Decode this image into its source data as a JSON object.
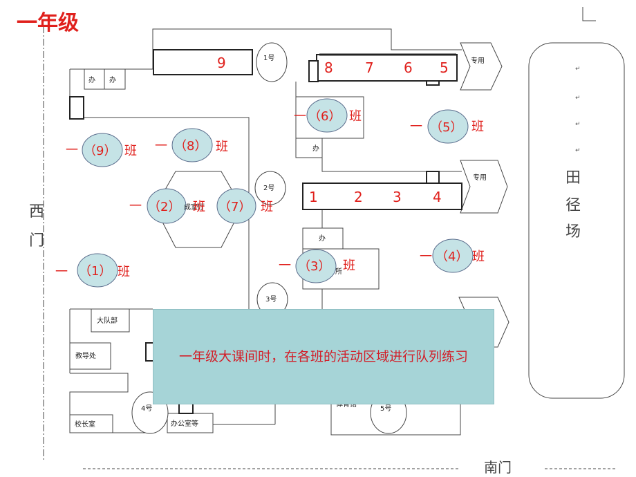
{
  "page_title": "一年级",
  "gate_west": [
    "西",
    "门"
  ],
  "gate_south": "南门",
  "field": {
    "label": [
      "田",
      "径",
      "场"
    ],
    "marks": [
      "↵",
      "↵",
      "↵",
      "↵"
    ]
  },
  "buildings": {
    "b9": "9",
    "b8765": [
      "8",
      "7",
      "6",
      "5"
    ],
    "b1234": [
      "1",
      "2",
      "3",
      "4"
    ]
  },
  "rooms": {
    "ban_a": "办",
    "ban_b": "办",
    "ban_c": "办",
    "ban_d": "办",
    "hall": "成室厅",
    "dui": "大队部",
    "jiao": "教导处",
    "xiao": "校长室",
    "bangong": "办公室等",
    "fang": "所",
    "tiyu": "体育馆"
  },
  "markers": {
    "m1": "1号",
    "m2": "2号",
    "m3": "3号",
    "m4": "4号",
    "m5": "5号",
    "zy1": "专用",
    "zy2": "专用"
  },
  "classes": [
    {
      "dash": "一",
      "num": "（1）",
      "suffix": "班"
    },
    {
      "dash": "一",
      "num": "（2）",
      "suffix": "班"
    },
    {
      "dash": "一",
      "num": "（3）",
      "suffix": "班"
    },
    {
      "dash": "一",
      "num": "（4）",
      "suffix": "班"
    },
    {
      "dash": "一",
      "num": "（5）",
      "suffix": "班"
    },
    {
      "dash": "一",
      "num": "（6）",
      "suffix": "班"
    },
    {
      "dash": "",
      "num": "（7）",
      "suffix": "班"
    },
    {
      "dash": "一",
      "num": "（8）",
      "suffix": "班"
    },
    {
      "dash": "一",
      "num": "（9）",
      "suffix": "班"
    }
  ],
  "popup_text": "一年级大课间时，在各班的活动区域进行队列练习",
  "colors": {
    "red": "#e0201c",
    "circle_fill": "#c5e3e6",
    "popup_bg": "#a6d4d7"
  }
}
